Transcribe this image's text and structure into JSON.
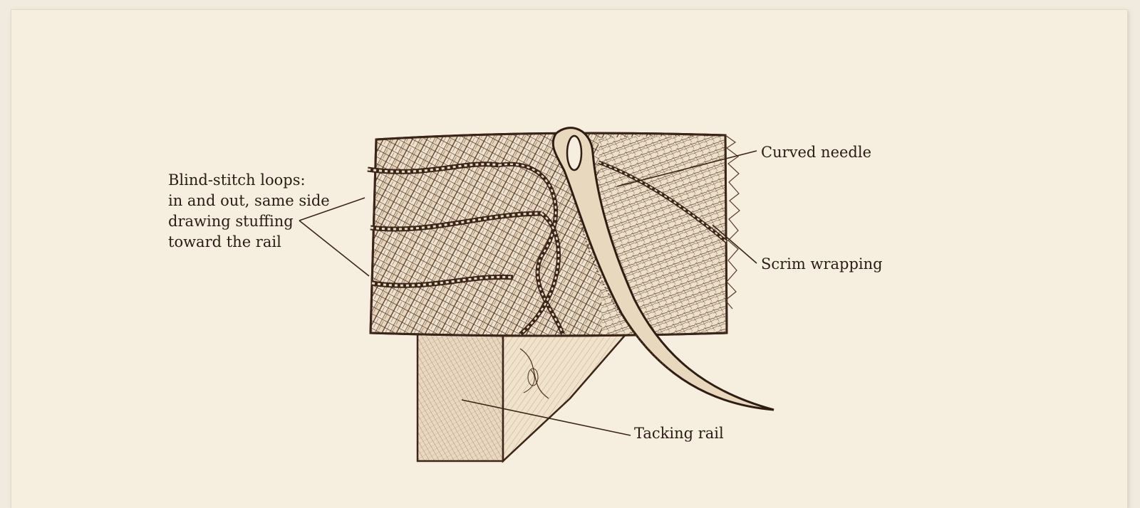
{
  "labels": {
    "blind_stitch": [
      "Blind-stitch loops:",
      "in and out, same side",
      "drawing stuffing",
      "toward the rail"
    ],
    "curved_needle": "Curved needle",
    "scrim_wrapping": "Scrim wrapping",
    "tacking_rail": "Tacking rail"
  },
  "colors": {
    "paper": "#f6eedf",
    "ink": "#4a2e20"
  }
}
